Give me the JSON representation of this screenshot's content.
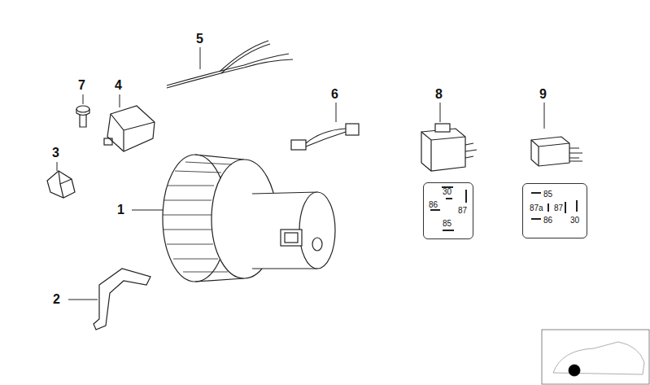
{
  "diagram": {
    "nodes": [
      {
        "text": [
          "30",
          "86",
          "87",
          "85"
        ]
      },
      {
        "text": [
          "85",
          "87a",
          "87",
          "86",
          "30"
        ]
      }
    ],
    "labels": [
      "5",
      "7",
      "4",
      "6",
      "8",
      "9",
      "3",
      "1",
      "2"
    ]
  }
}
